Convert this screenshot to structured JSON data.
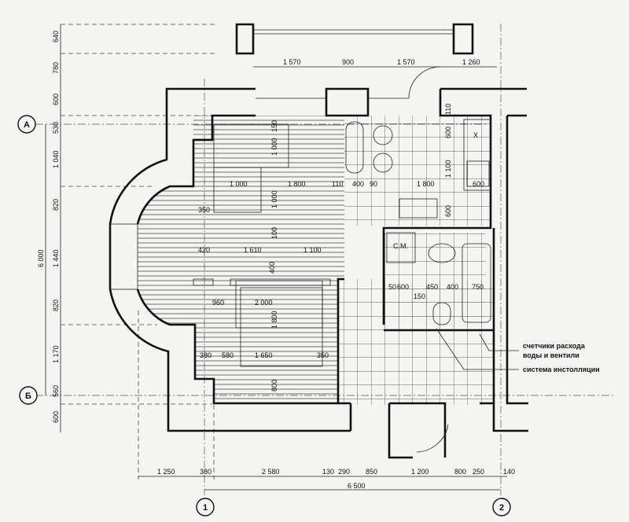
{
  "axes": {
    "row_a": "А",
    "row_b": "Б",
    "col_1": "1",
    "col_2": "2"
  },
  "dims_left": [
    "640",
    "780",
    "600",
    "530",
    "1 040",
    "820",
    "1 440",
    "820",
    "1 170",
    "560",
    "600"
  ],
  "dim_total_vertical": "6 000",
  "dims_top": [
    "1 570",
    "900",
    "1 570",
    "1 260"
  ],
  "dims_bottom": [
    "1 250",
    "380",
    "2 580",
    "130",
    "290",
    "850",
    "1 200",
    "800",
    "250",
    "140"
  ],
  "dim_total_horizontal": "6 500",
  "dims_living": {
    "sofa_offset": "150",
    "sofa_depth": "1 000",
    "sofa_width": "1 000",
    "table_span": "1 800",
    "gap_a": "110",
    "bar_width": "400",
    "gap_b": "90",
    "kitchen_width": "1 800",
    "kitchen_top": "110",
    "kitchen_upper": "600",
    "kitchen_depth": "1 100",
    "hob": "600",
    "kitchen_lower": "600",
    "wall_350": "350",
    "mid_1000": "1 000",
    "mid_100": "100",
    "tv_420": "420",
    "tv_1610": "1 610",
    "tv_1100": "1 100",
    "tv_400": "400"
  },
  "dims_bedroom": {
    "left_960": "960",
    "bed_length": "2 000",
    "bed_width": "1 800",
    "b380": "380",
    "b580": "580",
    "b1650": "1 650",
    "b350": "350",
    "b800": "800"
  },
  "dims_bath": [
    "50",
    "600",
    "150",
    "450",
    "400",
    "750"
  ],
  "washer_label": "С.М.",
  "hood_mark": "X",
  "notes": {
    "meters_line1": "счетчики расхода",
    "meters_line2": "воды и вентили",
    "installation": "система инстолляции"
  }
}
